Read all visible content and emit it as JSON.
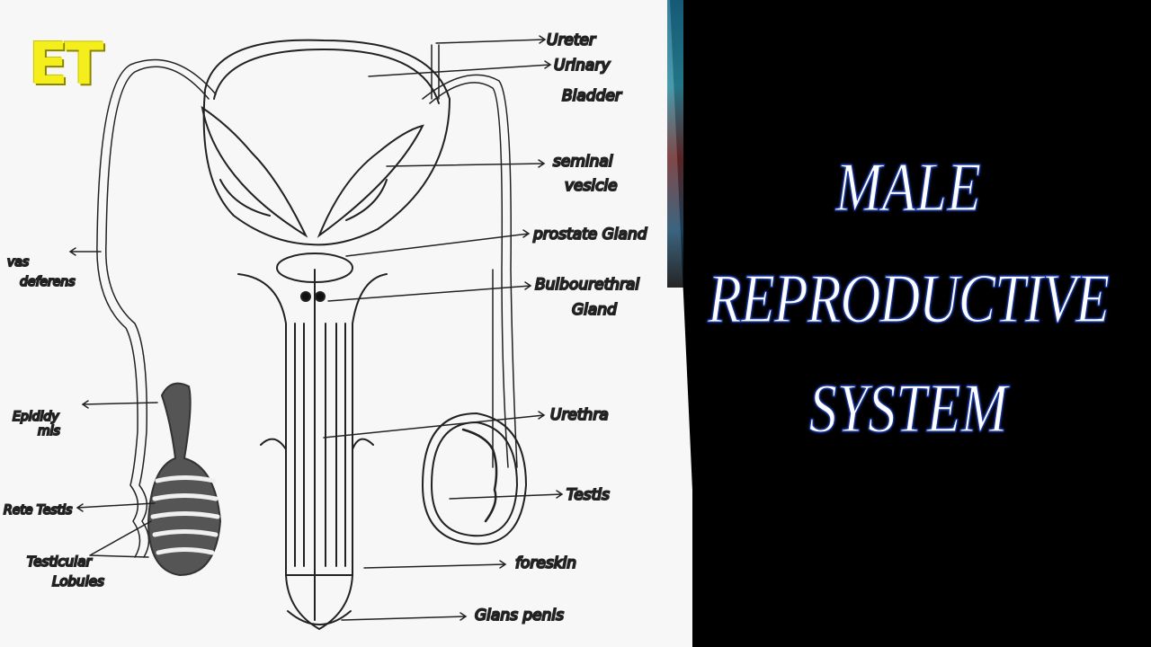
{
  "logo": {
    "text": "ET",
    "color": "#f4ee1c"
  },
  "title": {
    "line1": "MALE",
    "line2": "REPRODUCTIVE",
    "line3": "SYSTEM",
    "text_color": "#ffffff",
    "outline_color": "#1a3aa8"
  },
  "diagram": {
    "labels_right": [
      {
        "id": "ureter",
        "text": "Ureter"
      },
      {
        "id": "urinary-bladder-1",
        "text": "Urinary"
      },
      {
        "id": "urinary-bladder-2",
        "text": "Bladder"
      },
      {
        "id": "seminal-vesicle-1",
        "text": "seminal"
      },
      {
        "id": "seminal-vesicle-2",
        "text": "vesicle"
      },
      {
        "id": "prostate-gland",
        "text": "prostate Gland"
      },
      {
        "id": "bulbourethral-1",
        "text": "Bulbourethral"
      },
      {
        "id": "bulbourethral-2",
        "text": "Gland"
      },
      {
        "id": "urethra",
        "text": "Urethra"
      },
      {
        "id": "testis",
        "text": "Testis"
      },
      {
        "id": "foreskin",
        "text": "foreskin"
      },
      {
        "id": "glans-penis",
        "text": "Glans penis"
      }
    ],
    "labels_left": [
      {
        "id": "vas-deferens-1",
        "text": "vas"
      },
      {
        "id": "vas-deferens-2",
        "text": "deferens"
      },
      {
        "id": "epididymis-1",
        "text": "Epididy"
      },
      {
        "id": "epididymis-2",
        "text": "mis"
      },
      {
        "id": "rete-testis",
        "text": "Rete Testis"
      },
      {
        "id": "testicular-lobules-1",
        "text": "Testicular"
      },
      {
        "id": "testicular-lobules-2",
        "text": "Lobules"
      }
    ]
  }
}
